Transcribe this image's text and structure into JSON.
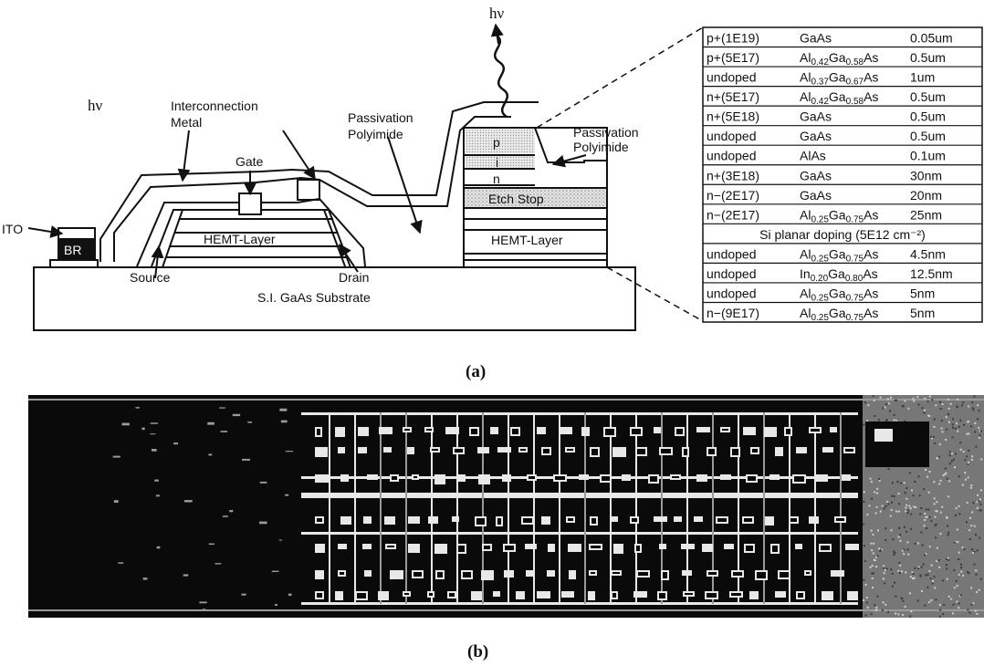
{
  "diagram_a": {
    "hv_left": "hν",
    "hv_top": "hν",
    "interconnection_metal": [
      "Interconnection",
      "Metal"
    ],
    "gate": "Gate",
    "passivation_center": [
      "Passivation",
      "Polyimide"
    ],
    "passivation_right": [
      "Passivation",
      "Polyimide"
    ],
    "ito": "ITO",
    "br": "BR",
    "hemt_left": "HEMT-Layer",
    "hemt_right": "HEMT-Layer",
    "source": "Source",
    "drain": "Drain",
    "substrate": "S.I. GaAs Substrate",
    "p": "p",
    "i": "i",
    "n": "n",
    "etch_stop": "Etch Stop"
  },
  "layer_table": [
    {
      "doping": "p+(1E19)",
      "material": [
        "GaAs"
      ],
      "thickness": "0.05um"
    },
    {
      "doping": "p+(5E17)",
      "material": [
        "Al",
        "0.42",
        "Ga",
        "0.58",
        "As"
      ],
      "thickness": "0.5um"
    },
    {
      "doping": "undoped",
      "material": [
        "Al",
        "0.37",
        "Ga",
        "0.67",
        "As"
      ],
      "thickness": "1um"
    },
    {
      "doping": "n+(5E17)",
      "material": [
        "Al",
        "0.42",
        "Ga",
        "0.58",
        "As"
      ],
      "thickness": "0.5um"
    },
    {
      "doping": "n+(5E18)",
      "material": [
        "GaAs"
      ],
      "thickness": "0.5um"
    },
    {
      "doping": "undoped",
      "material": [
        "GaAs"
      ],
      "thickness": "0.5um"
    },
    {
      "doping": "undoped",
      "material": [
        "AlAs"
      ],
      "thickness": "0.1um"
    },
    {
      "doping": "n+(3E18)",
      "material": [
        "GaAs"
      ],
      "thickness": "30nm"
    },
    {
      "doping": "n−(2E17)",
      "material": [
        "GaAs"
      ],
      "thickness": "20nm"
    },
    {
      "doping": "n−(2E17)",
      "material": [
        "Al",
        "0.25",
        "Ga",
        "0.75",
        "As"
      ],
      "thickness": "25nm"
    },
    {
      "span": "Si planar doping (5E12 cm⁻²)"
    },
    {
      "doping": "undoped",
      "material": [
        "Al",
        "0.25",
        "Ga",
        "0.75",
        "As"
      ],
      "thickness": "4.5nm"
    },
    {
      "doping": "undoped",
      "material": [
        "In",
        "0.20",
        "Ga",
        "0.80",
        "As"
      ],
      "thickness": "12.5nm"
    },
    {
      "doping": "undoped",
      "material": [
        "Al",
        "0.25",
        "Ga",
        "0.75",
        "As"
      ],
      "thickness": "5nm"
    },
    {
      "doping": "n−(9E17)",
      "material": [
        "Al",
        "0.25",
        "Ga",
        "0.75",
        "As"
      ],
      "thickness": "5nm"
    }
  ],
  "captions": {
    "a": "(a)",
    "b": "(b)"
  },
  "micrograph": {
    "colors": {
      "background": "#0a0a0a",
      "pattern": "#e8e8e8",
      "noise": "#9a9a9a"
    }
  }
}
